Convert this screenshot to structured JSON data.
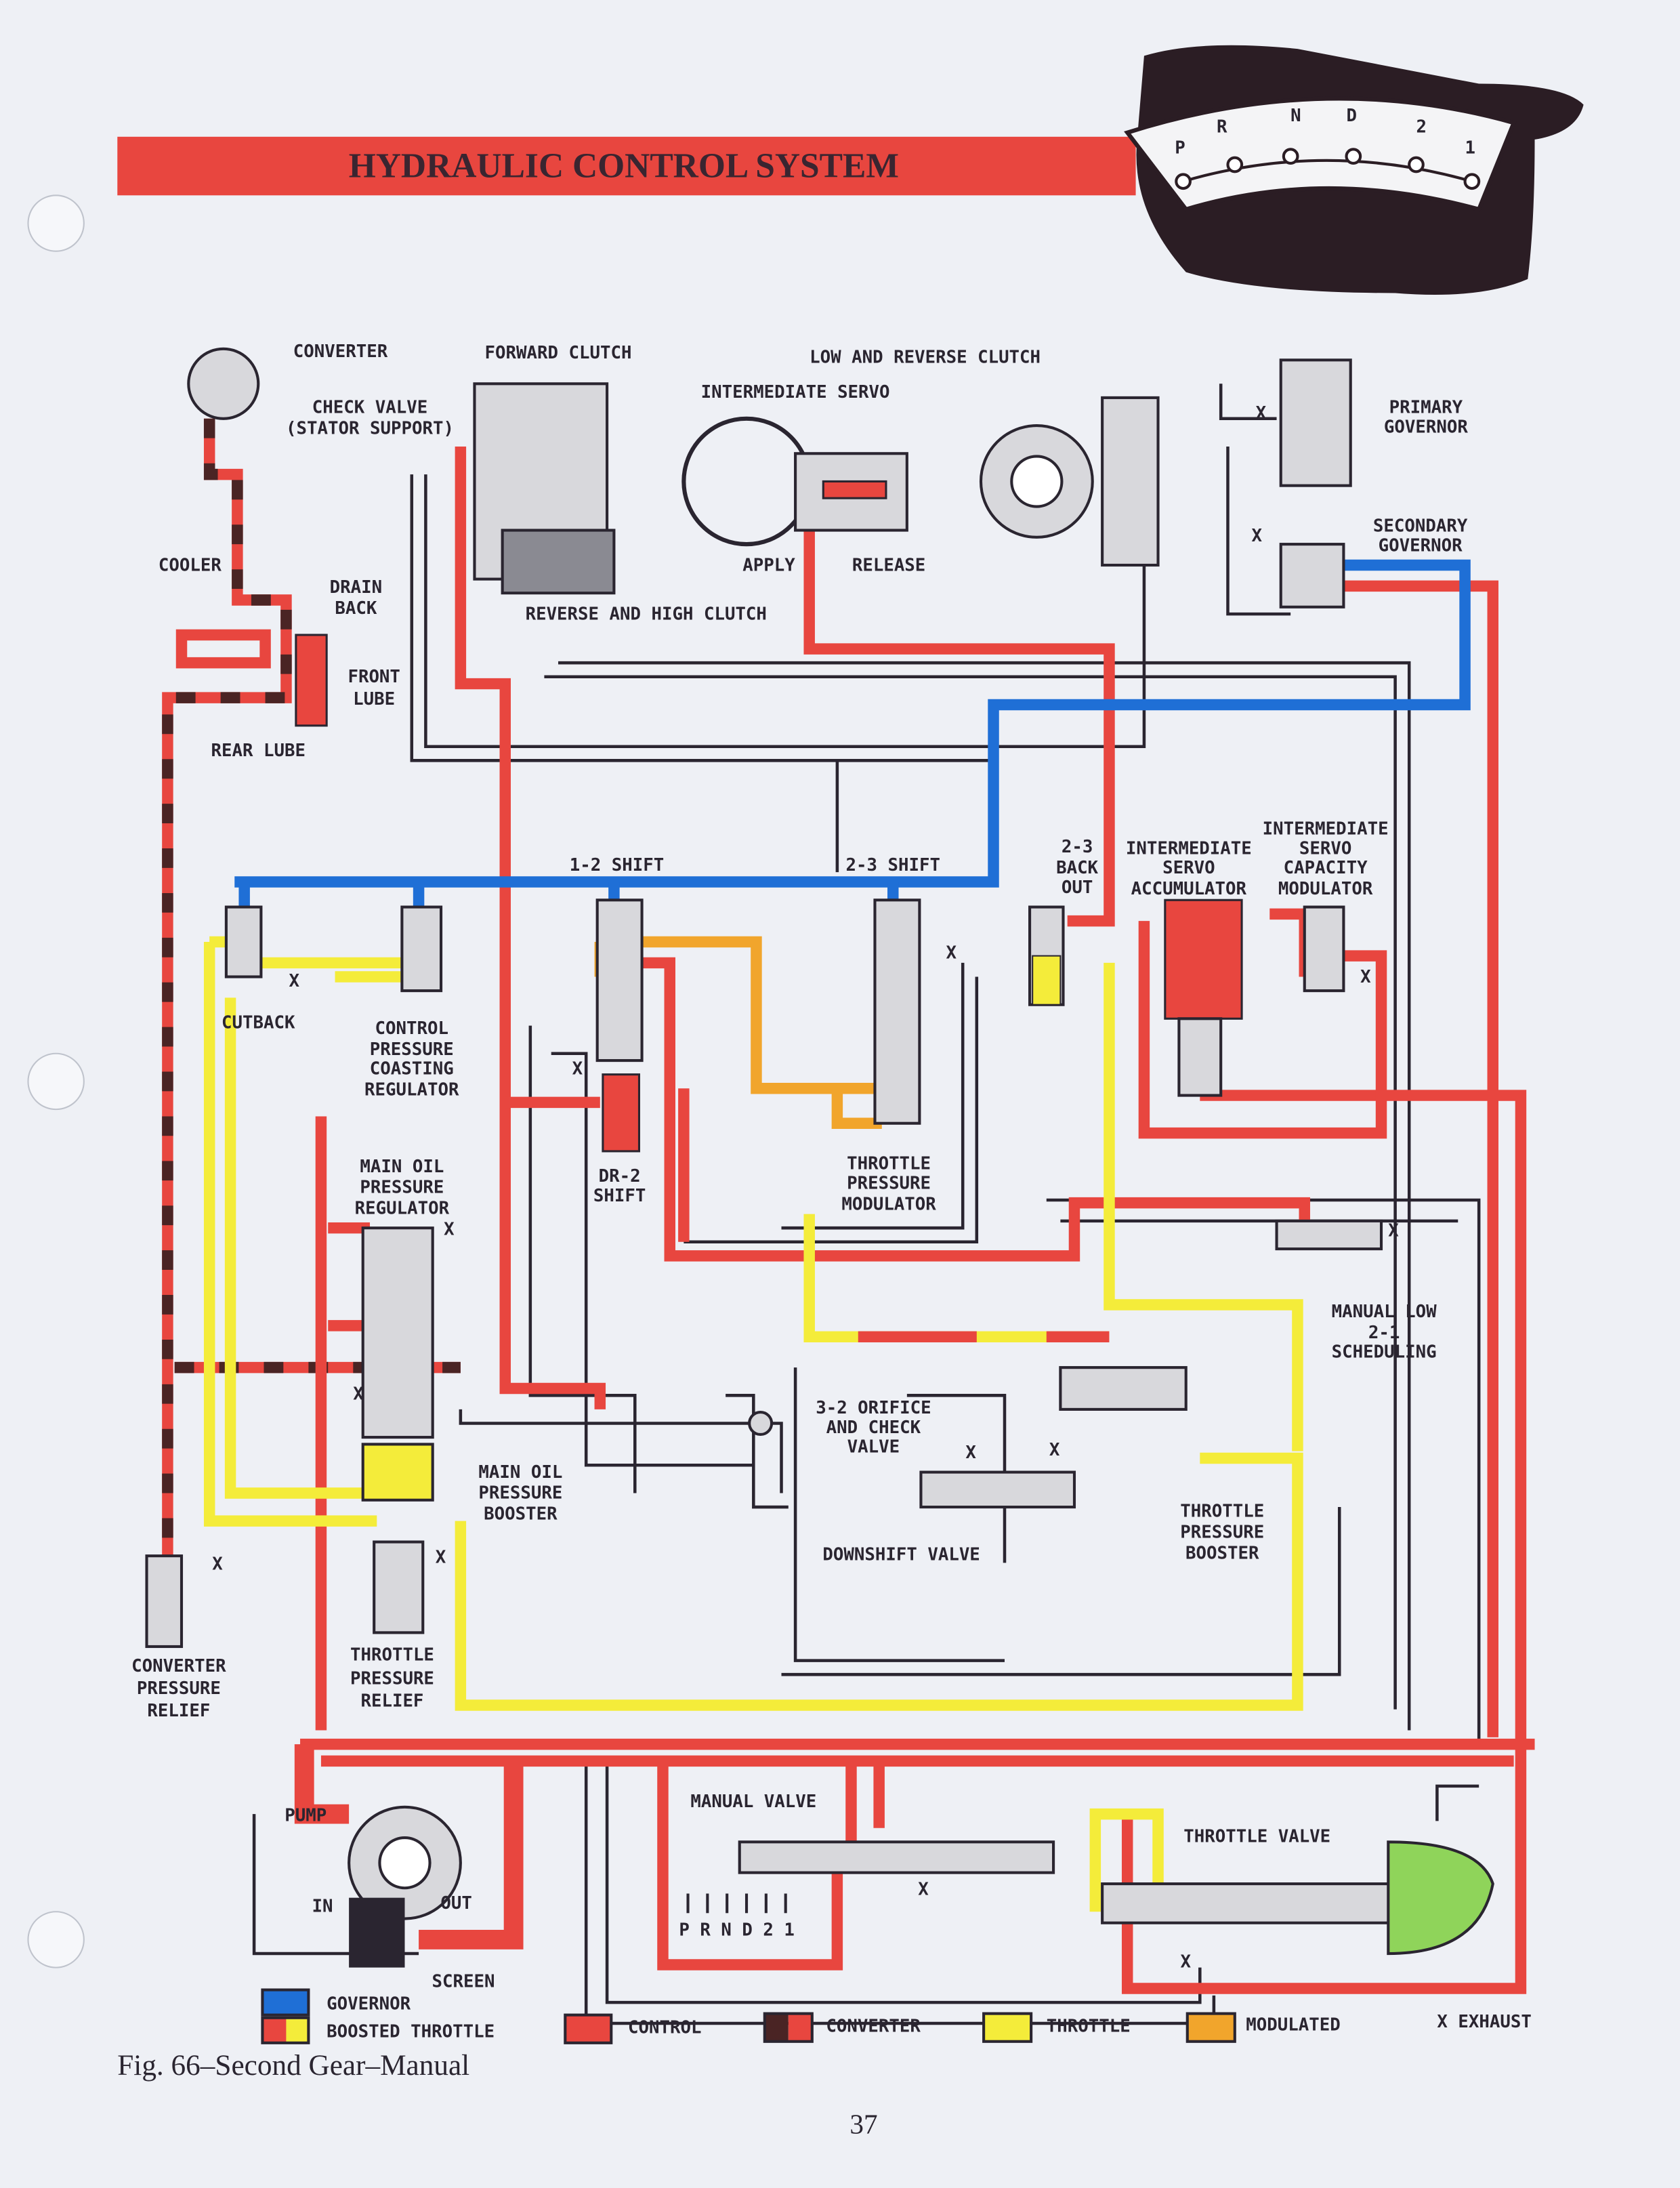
{
  "header": {
    "title": "HYDRAULIC CONTROL SYSTEM",
    "title_bar_color": "#e8463f",
    "shifter_positions": [
      "P",
      "R",
      "N",
      "D",
      "2",
      "1"
    ]
  },
  "labels": {
    "converter": "CONVERTER",
    "check_valve": [
      "CHECK VALVE",
      "(STATOR SUPPORT)"
    ],
    "forward_clutch": "FORWARD CLUTCH",
    "low_reverse_clutch": "LOW AND REVERSE CLUTCH",
    "intermediate_servo": "INTERMEDIATE SERVO",
    "primary_governor": [
      "PRIMARY",
      "GOVERNOR"
    ],
    "secondary_governor": [
      "SECONDARY",
      "GOVERNOR"
    ],
    "cooler": "COOLER",
    "drain_back": [
      "DRAIN",
      "BACK"
    ],
    "apply": "APPLY",
    "release": "RELEASE",
    "reverse_high_clutch": "REVERSE AND HIGH CLUTCH",
    "front_lube": [
      "FRONT",
      "LUBE"
    ],
    "rear_lube": "REAR LUBE",
    "shift_12": "1-2 SHIFT",
    "shift_23": "2-3 SHIFT",
    "back_out_23": [
      "2-3",
      "BACK",
      "OUT"
    ],
    "servo_accumulator": [
      "INTERMEDIATE",
      "SERVO",
      "ACCUMULATOR"
    ],
    "servo_capacity_modulator": [
      "INTERMEDIATE",
      "SERVO",
      "CAPACITY",
      "MODULATOR"
    ],
    "cutback": "CUTBACK",
    "coasting_regulator": [
      "CONTROL",
      "PRESSURE",
      "COASTING",
      "REGULATOR"
    ],
    "main_oil_regulator": [
      "MAIN OIL",
      "PRESSURE",
      "REGULATOR"
    ],
    "dr2_shift": [
      "DR-2",
      "SHIFT"
    ],
    "throttle_modulator": [
      "THROTTLE",
      "PRESSURE",
      "MODULATOR"
    ],
    "manual_low": [
      "MANUAL LOW",
      "2-1",
      "SCHEDULING"
    ],
    "orifice_check": [
      "3-2 ORIFICE",
      "AND CHECK",
      "VALVE"
    ],
    "main_oil_booster": [
      "MAIN OIL",
      "PRESSURE",
      "BOOSTER"
    ],
    "throttle_booster": [
      "THROTTLE",
      "PRESSURE",
      "BOOSTER"
    ],
    "downshift_valve": "DOWNSHIFT VALVE",
    "converter_relief": [
      "CONVERTER",
      "PRESSURE",
      "RELIEF"
    ],
    "throttle_relief": [
      "THROTTLE",
      "PRESSURE",
      "RELIEF"
    ],
    "manual_valve": "MANUAL VALVE",
    "manual_positions": "P R N D 2 1",
    "throttle_valve": "THROTTLE VALVE",
    "pump": "PUMP",
    "pump_in": "IN",
    "pump_out": "OUT",
    "screen": "SCREEN",
    "exhaust_mark": "X"
  },
  "legend": [
    {
      "label": "GOVERNOR",
      "colors": [
        "#1f6fd6"
      ]
    },
    {
      "label": "BOOSTED THROTTLE",
      "colors": [
        "#e8463f",
        "#f4ec3a"
      ]
    },
    {
      "label": "CONTROL",
      "colors": [
        "#e8463f"
      ]
    },
    {
      "label": "CONVERTER",
      "colors": [
        "#4a2424",
        "#e8463f"
      ]
    },
    {
      "label": "THROTTLE",
      "colors": [
        "#f4ec3a"
      ]
    },
    {
      "label": "MODULATED",
      "colors": [
        "#f1a52c"
      ]
    },
    {
      "label": "X EXHAUST",
      "colors": []
    }
  ],
  "caption": "Fig. 66–Second Gear–Manual",
  "page_number": "37"
}
